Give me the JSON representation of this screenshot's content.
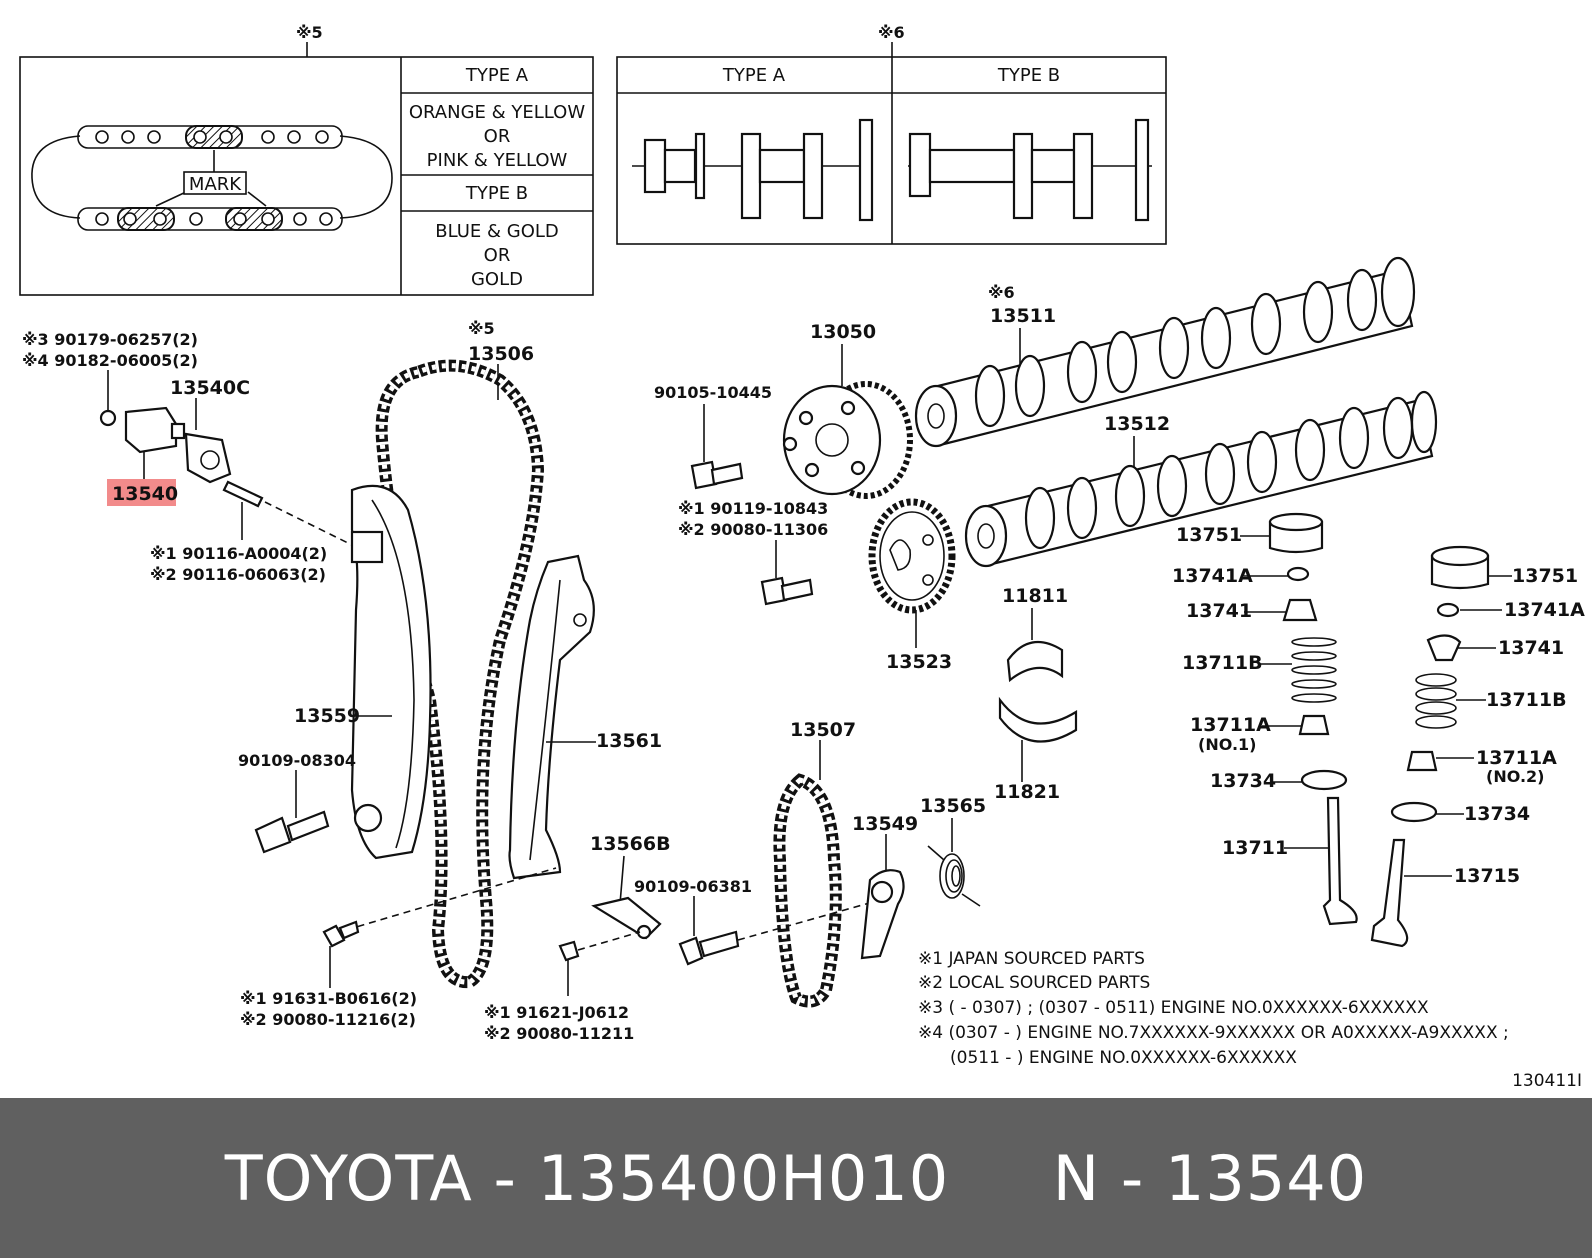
{
  "header_boxes": {
    "left_box_ref": "※5",
    "right_box_ref": "※6",
    "left_table": {
      "type_a_label": "TYPE A",
      "type_a_line1": "ORANGE & YELLOW",
      "type_a_line2": "OR",
      "type_a_line3": "PINK & YELLOW",
      "type_b_label": "TYPE B",
      "type_b_line1": "BLUE & GOLD",
      "type_b_line2": "OR",
      "type_b_line3": "GOLD"
    },
    "mark_label": "MARK",
    "right_table": {
      "type_a_label": "TYPE A",
      "type_b_label": "TYPE B"
    }
  },
  "callouts": {
    "c1": "※3 90179-06257(2)",
    "c2": "※4 90182-06005(2)",
    "c3": "13540C",
    "c4": "13540",
    "c5": "※1 90116-A0004(2)",
    "c6": "※2 90116-06063(2)",
    "c7_ref": "※5",
    "c7": "13506",
    "c8": "13559",
    "c9": "90109-08304",
    "c10": "13561",
    "c11": "※1 91631-B0616(2)",
    "c12": "※2 90080-11216(2)",
    "c13": "13566B",
    "c14": "90109-06381",
    "c15": "※1 91621-J0612",
    "c16": "※2 90080-11211",
    "c17": "13507",
    "c18": "13549",
    "c19": "13565",
    "c20": "13050",
    "c21": "90105-10445",
    "c22": "※1 90119-10843",
    "c23": "※2 90080-11306",
    "c24": "13523",
    "c25_ref": "※6",
    "c25": "13511",
    "c26": "13512",
    "c27": "11811",
    "c28": "11821",
    "c29": "13751",
    "c30": "13741A",
    "c31": "13741",
    "c32": "13711B",
    "c33": "13711A",
    "c33_sub": "(NO.1)",
    "c34": "13734",
    "c35": "13711",
    "c36": "13751",
    "c37": "13741A",
    "c38": "13741",
    "c39": "13711B",
    "c40": "13711A",
    "c40_sub": "(NO.2)",
    "c41": "13734",
    "c42": "13715"
  },
  "notes": {
    "n1": "※1 JAPAN SOURCED PARTS",
    "n2": "※2 LOCAL SOURCED PARTS",
    "n3": "※3 (        - 0307) ; (0307 - 0511) ENGINE NO.0XXXXXX-6XXXXXX",
    "n4": "※4 (0307 -        ) ENGINE NO.7XXXXXX-9XXXXXX OR A0XXXXX-A9XXXXX ;",
    "n5": "(0511 -        ) ENGINE NO.0XXXXXX-6XXXXXX",
    "diagram_code": "130411I"
  },
  "colors": {
    "highlight": "#f28b8b",
    "bar_background": "#606060",
    "bar_text": "#ffffff"
  },
  "footer": {
    "brand_part": "TOYOTA - 135400H010",
    "ref": "N - 13540"
  }
}
